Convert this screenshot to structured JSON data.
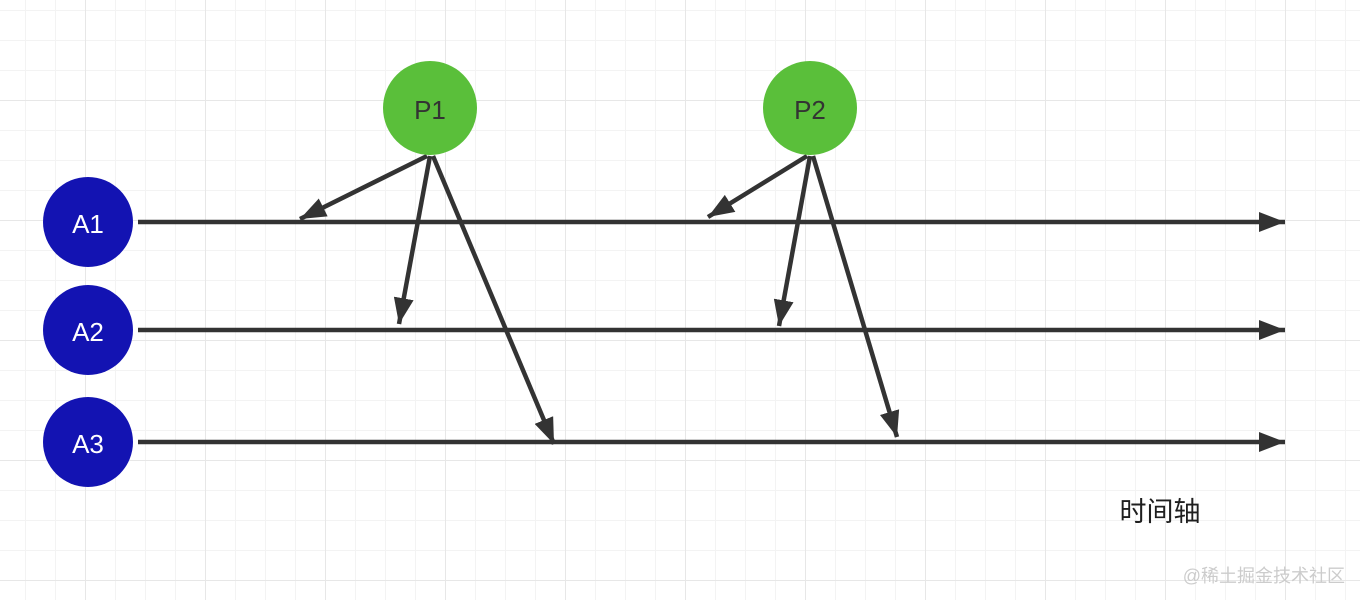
{
  "diagram": {
    "publishers": [
      {
        "label": "P1"
      },
      {
        "label": "P2"
      }
    ],
    "subscribers": [
      {
        "label": "A1"
      },
      {
        "label": "A2"
      },
      {
        "label": "A3"
      }
    ],
    "axis_label": "时间轴",
    "watermark": "@稀土掘金技术社区"
  },
  "colors": {
    "publisher_fill": "#5abf3a",
    "subscriber_fill": "#1313b2",
    "arrow": "#333333",
    "axis_text": "#1f1f1f",
    "watermark_text": "#cccccc"
  }
}
